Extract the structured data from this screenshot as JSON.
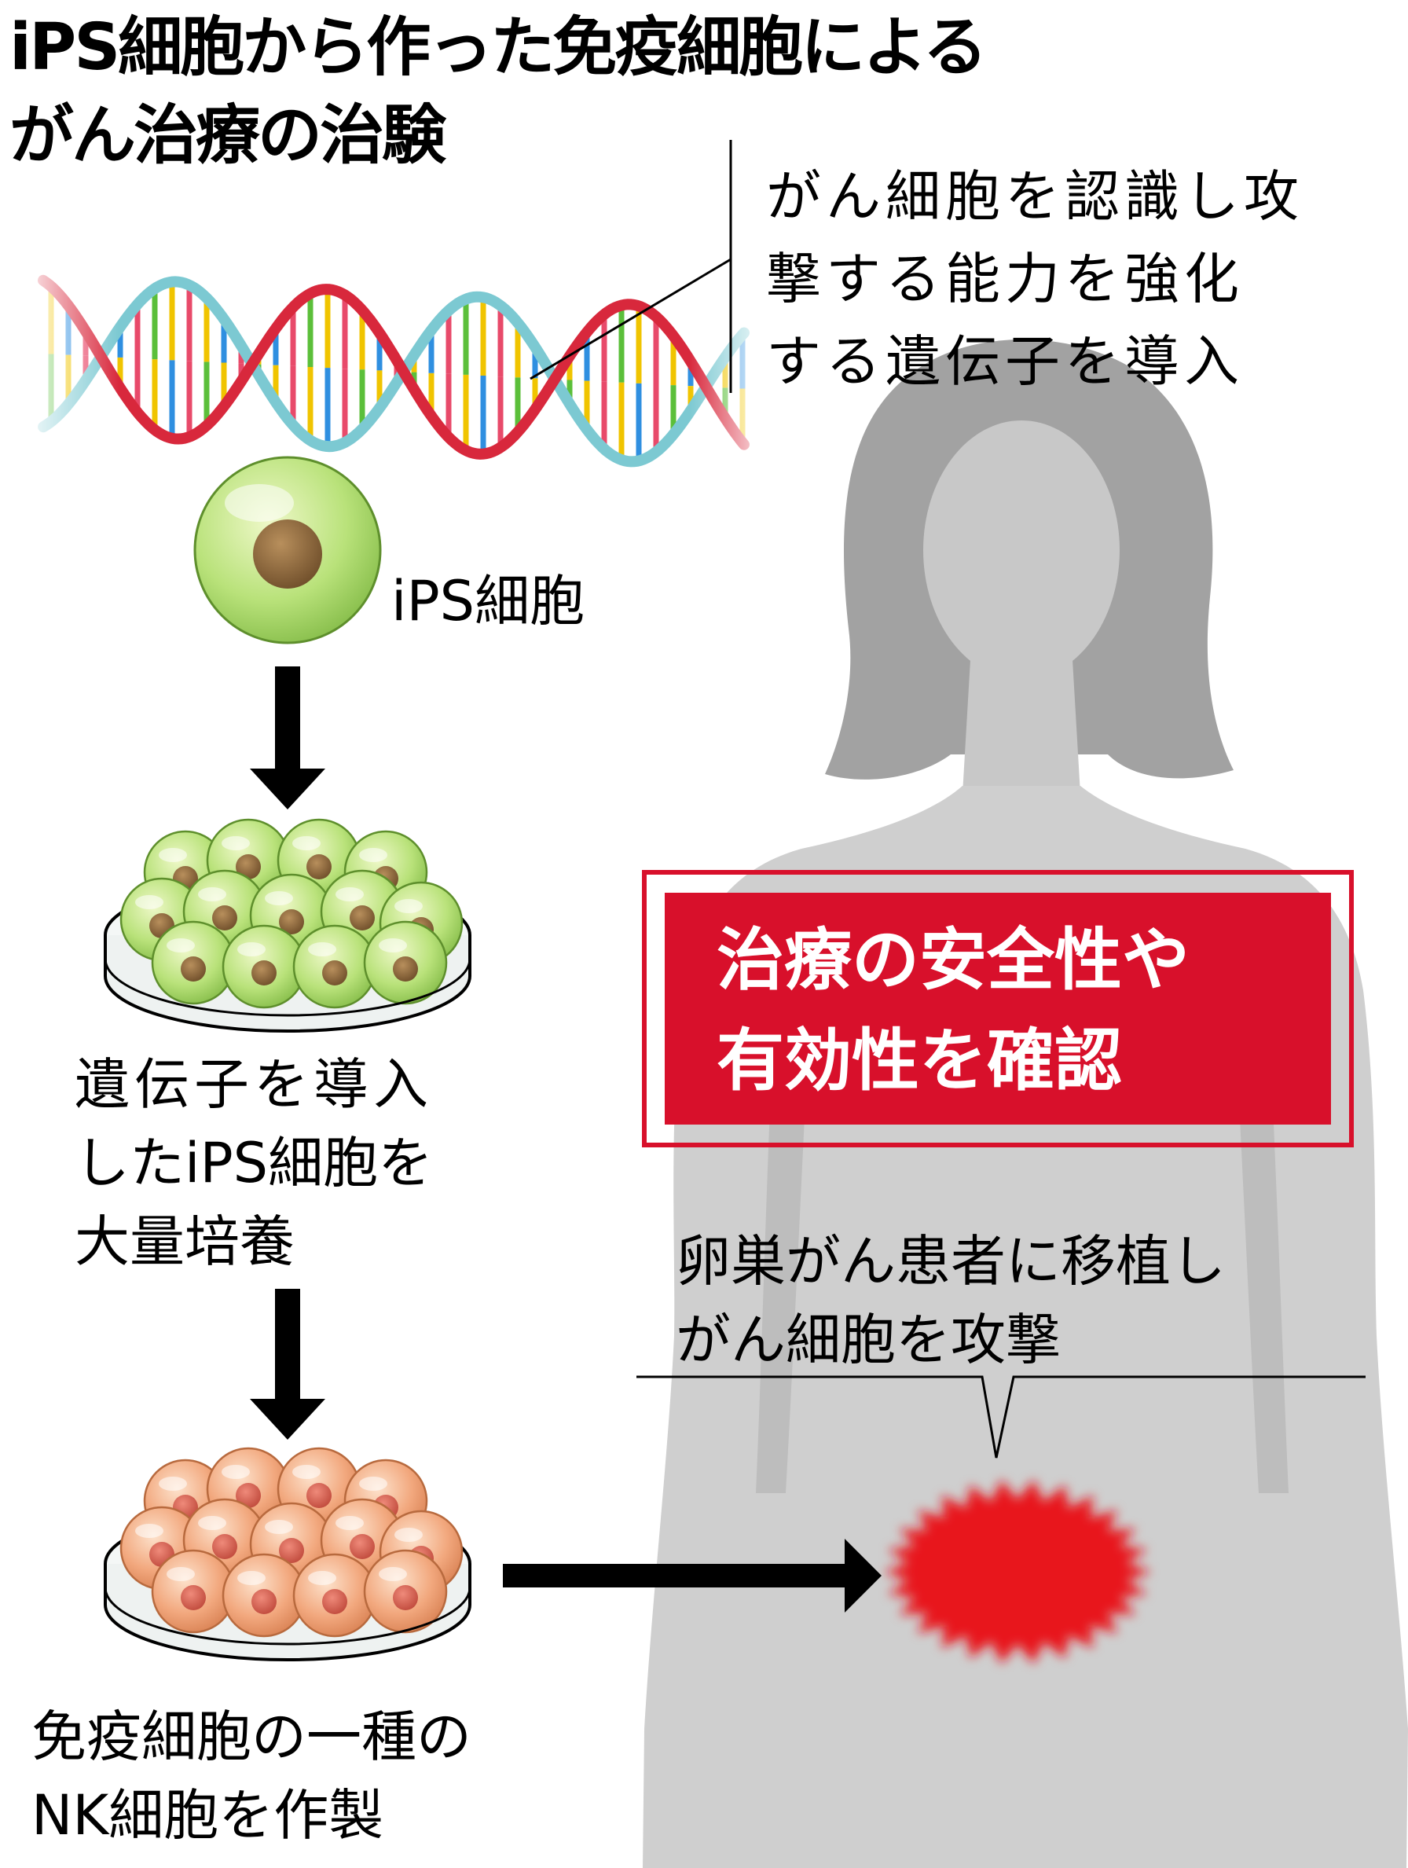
{
  "title": {
    "line1": "iPS細胞から作った免疫細胞による",
    "line2": "がん治療の治験"
  },
  "dna_note": {
    "line1": "がん細胞を認識し攻",
    "line2": "撃する能力を強化",
    "line3": "する遺伝子を導入"
  },
  "steps": [
    {
      "lines": [
        "iPS細胞"
      ]
    },
    {
      "lines": [
        "遺伝子を導入",
        "したiPS細胞を",
        "大量培養"
      ]
    },
    {
      "lines": [
        "免疫細胞の一種の",
        "NK細胞を作製"
      ]
    }
  ],
  "banner": {
    "line1": "治療の安全性や",
    "line2": "有効性を確認"
  },
  "patient_note": {
    "line1": "卵巣がん患者に移植し",
    "line2": "がん細胞を攻撃"
  },
  "colors": {
    "silhouette": "#a9a9a9",
    "silhouette_light": "#cfcfcf",
    "banner_red": "#d8102b",
    "tumor_red": "#e8121e",
    "ips_cell_green": "#b9e27a",
    "nk_cell_orange": "#f2a87e",
    "nucleus_brown": "#8f6a3e",
    "dna_red": "#d8283c",
    "dna_blue": "#7cc9d2"
  },
  "icons": [
    "dna-helix-icon",
    "cell-icon",
    "petri-dish-icon",
    "arrow-down-icon",
    "arrow-right-icon",
    "woman-silhouette-icon",
    "tumor-icon"
  ]
}
